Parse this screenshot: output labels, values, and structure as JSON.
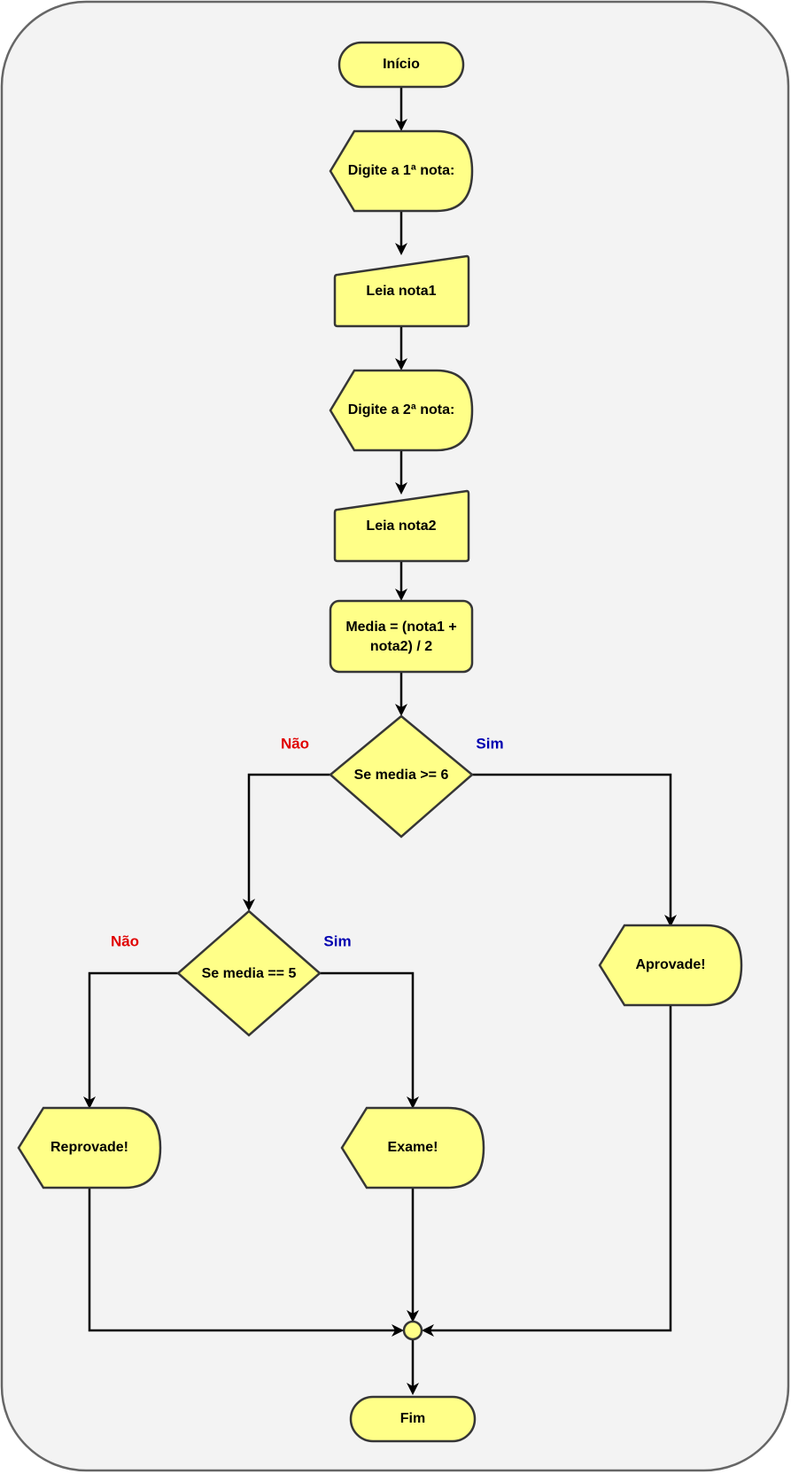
{
  "colors": {
    "background": "#f3f3f3",
    "frame": "#666666",
    "node_fill": "#ffff88",
    "node_stroke": "#363636",
    "label_no": "#e00000",
    "label_yes": "#0000b0"
  },
  "nodes": {
    "start": "Início",
    "prompt1": "Digite a 1ª nota:",
    "read1": "Leia nota1",
    "prompt2": "Digite a 2ª nota:",
    "read2": "Leia nota2",
    "calc_line1": "Media = (nota1 +",
    "calc_line2": "nota2) / 2",
    "decision1": "Se media >= 6",
    "decision2": "Se media == 5",
    "approved": "Aprovade!",
    "failed": "Reprovade!",
    "exam": "Exame!",
    "end": "Fim"
  },
  "labels": {
    "d1_no": "Não",
    "d1_yes": "Sim",
    "d2_no": "Não",
    "d2_yes": "Sim"
  }
}
